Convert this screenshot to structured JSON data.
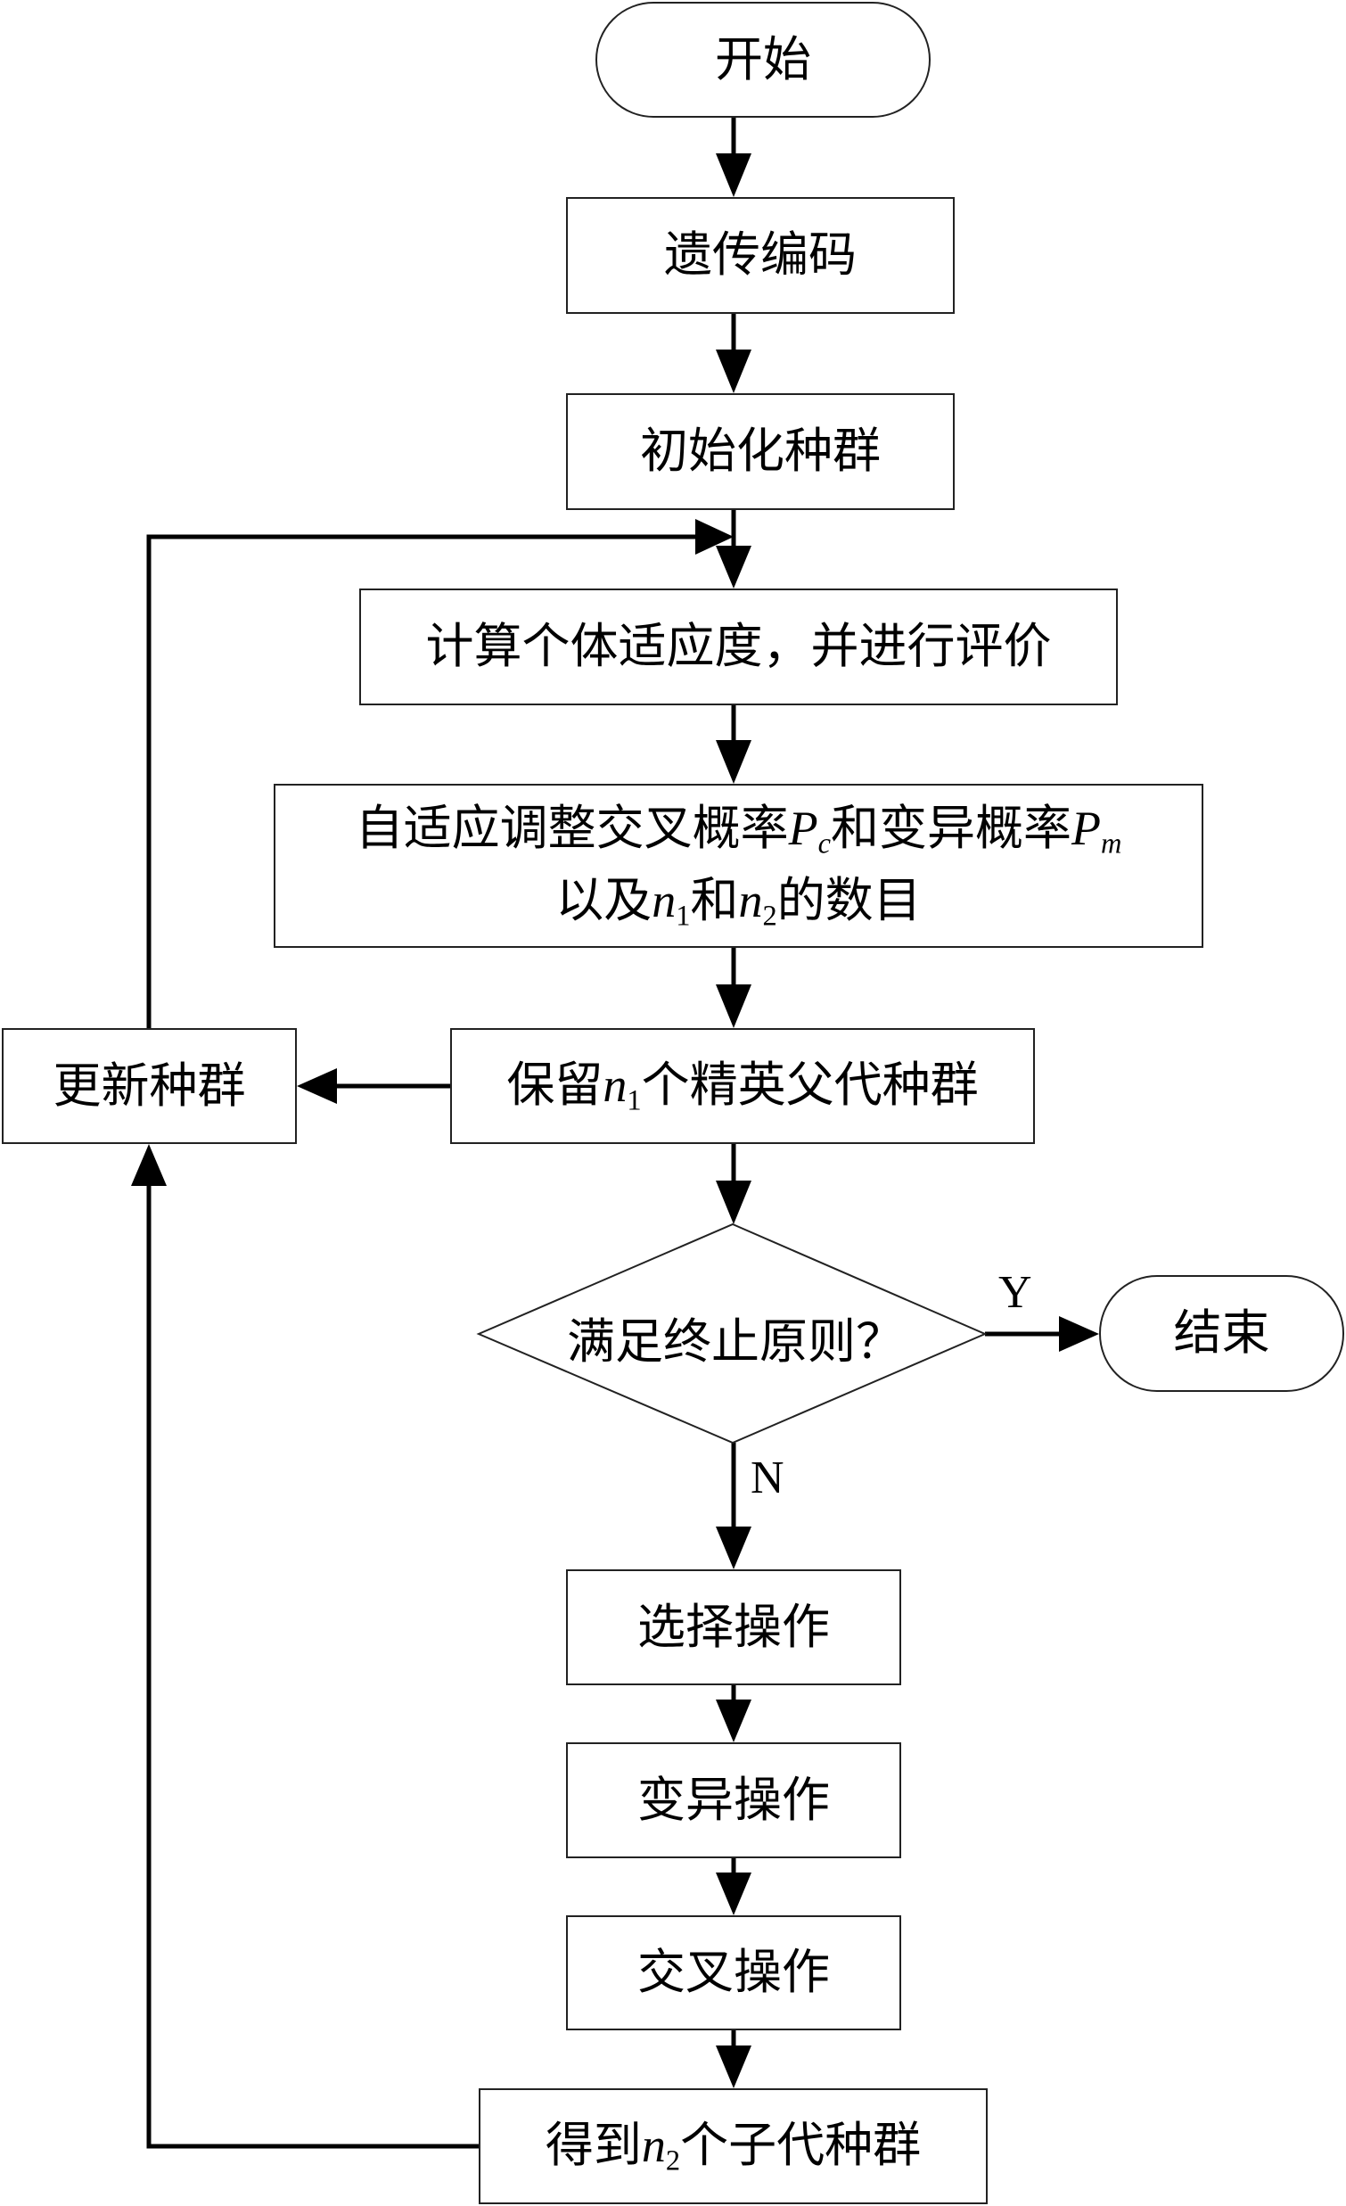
{
  "flowchart": {
    "start": "开始",
    "encode": "遗传编码",
    "init": "初始化种群",
    "fitness": "计算个体适应度，并进行评价",
    "adapt": {
      "line1_a": "自适应调整交叉概率",
      "pc_sym": "P",
      "pc_sub": "c",
      "line1_b": "和变异概率",
      "pm_sym": "P",
      "pm_sub": "m",
      "line2_a": "以及",
      "n1_sym": "n",
      "n1_sub": "1",
      "line2_b": "和",
      "n2_sym": "n",
      "n2_sub": "2",
      "line2_c": "的数目"
    },
    "keep": {
      "a": "保留",
      "n_sym": "n",
      "n_sub": "1",
      "b": "个精英父代种群"
    },
    "update": "更新种群",
    "decision": "满足终止原则？",
    "yes_label": "Y",
    "no_label": "N",
    "end": "结束",
    "select": "选择操作",
    "mutate": "变异操作",
    "cross": "交叉操作",
    "offspring": {
      "a": "得到",
      "n_sym": "n",
      "n_sub": "2",
      "b": "个子代种群"
    }
  }
}
